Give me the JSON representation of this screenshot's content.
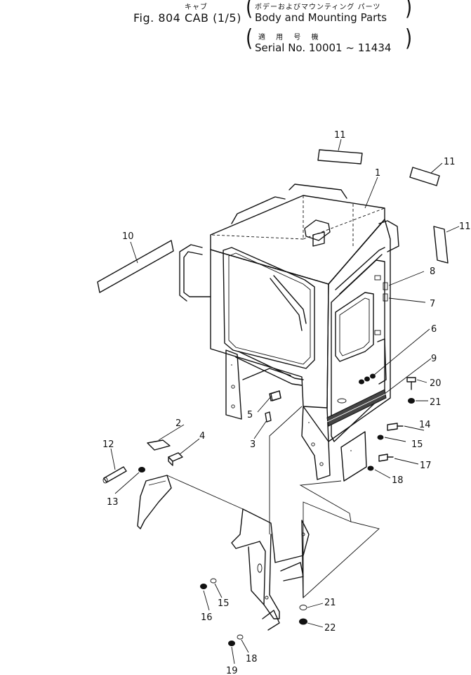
{
  "header": {
    "title_kana": "キャブ",
    "figure_title": "Fig. 804  CAB  (1/5)",
    "subtitle_japanese": "ボデーおよびマウンティング パーツ",
    "subtitle_english": "Body and Mounting Parts",
    "applicable_japanese": "適 用 号 機",
    "serial_range": "Serial No. 10001 ~ 11434"
  },
  "callouts": {
    "c1": "1",
    "c2": "2",
    "c3": "3",
    "c4": "4",
    "c5": "5",
    "c6": "6",
    "c7": "7",
    "c8": "8",
    "c9": "9",
    "c10": "10",
    "c11a": "11",
    "c11b": "11",
    "c11c": "11",
    "c12": "12",
    "c13": "13",
    "c14": "14",
    "c15a": "15",
    "c15b": "15",
    "c16": "16",
    "c17": "17",
    "c18a": "18",
    "c18b": "18",
    "c19": "19",
    "c20": "20",
    "c21a": "21",
    "c21b": "21",
    "c22": "22"
  },
  "colors": {
    "ink": "#111111",
    "paper": "#ffffff"
  }
}
